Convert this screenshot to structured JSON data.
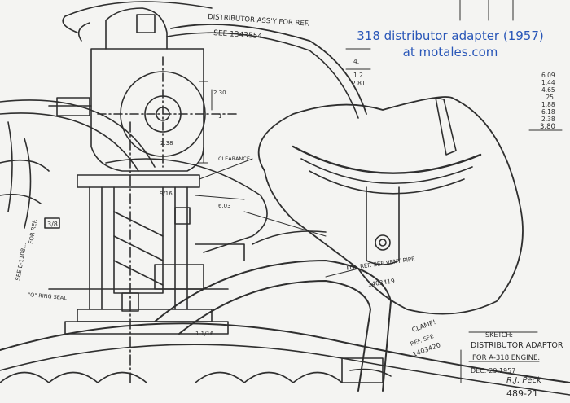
{
  "caption": {
    "line1": "318 distributor adapter (1957)",
    "line2": "at motales.com",
    "color": "#2a57b8"
  },
  "drawing": {
    "labels": {
      "distributor_assy": "DISTRIBUTOR ASS'Y FOR REF.",
      "see_part": "SEE 1343554",
      "dim_238": "2.38",
      "dim_230": "2.30",
      "dim_1": "1",
      "dim_9_16": "9/16",
      "dim_1_1_16": "1 1/16",
      "dim_603": "6.03",
      "clearance": "CLEARANCE",
      "dim_3_8": "3/8",
      "for_ref_left": "FOR REF.",
      "see_left": "SEE E-1108...",
      "o_ring": "\"O\" RING SEAL",
      "for_ref_vent": "FOR REF. SEE VENT PIPE",
      "vent_part": "1403419",
      "clamp": "CLAMP!",
      "clamp_ref": "REF. SEE",
      "clamp_part": "1403420"
    },
    "title_block": {
      "sketch": "SKETCH:",
      "title": "DISTRIBUTOR ADAPTOR",
      "for_engine": "FOR A-318 ENGINE.",
      "date": "DEC.-29,1957",
      "signature": "R.J. Peck",
      "number": "489-21"
    },
    "dimension_column": [
      "6.09",
      "1.44",
      "4.65",
      ".25",
      "1.88",
      "6.18",
      "2.38",
      "3.80"
    ],
    "top_right_numbers": [
      "4.",
      "1.2",
      "2.81"
    ]
  }
}
